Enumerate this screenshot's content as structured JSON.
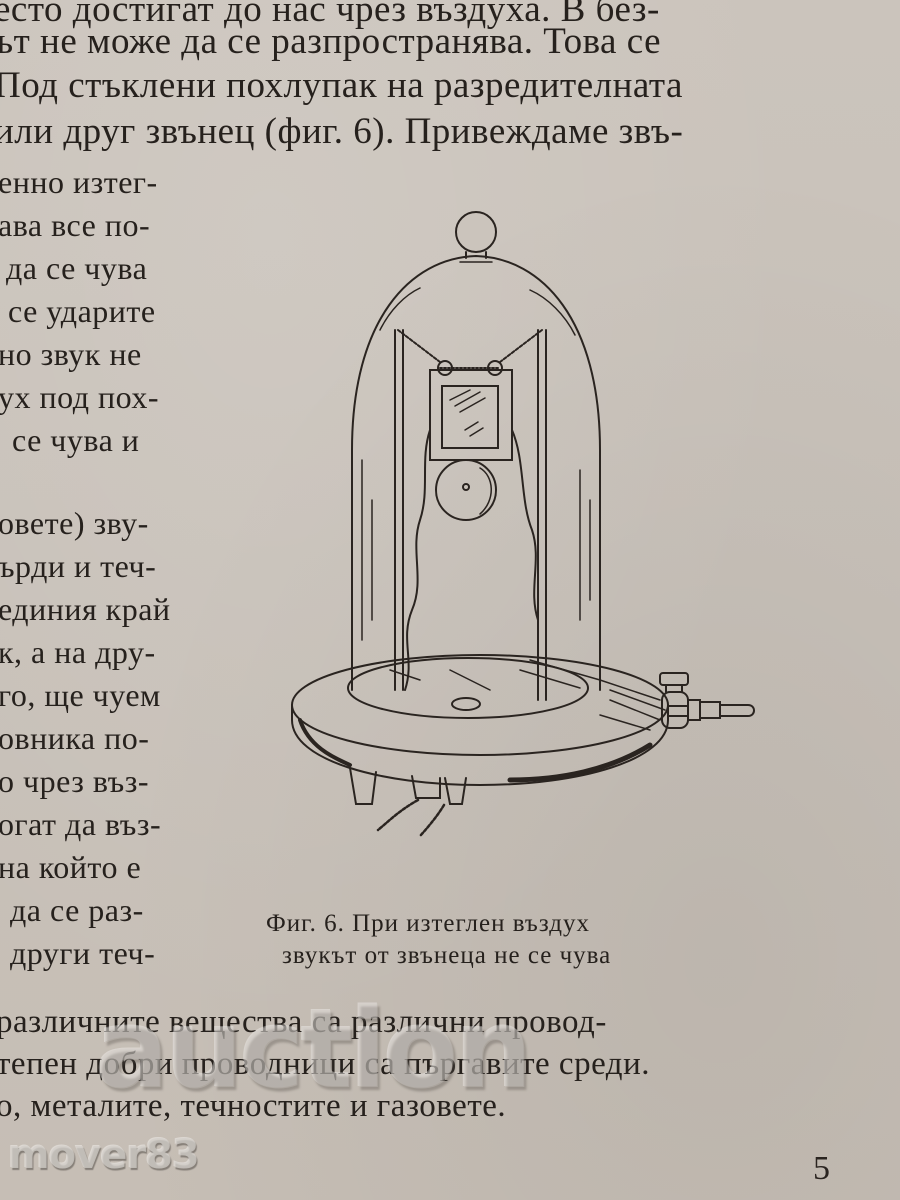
{
  "document": {
    "language": "bg",
    "page_number": "5",
    "top_paragraph": [
      "ecто достигат до нас чрез въздуха. В без-",
      "ът не може да се разпространява. Това се",
      "Под стъклени похлупак на разредителната",
      "или друг звънец (фиг. 6). Привеждаме звъ-"
    ],
    "side_column": [
      "енно изтег-",
      "ава все по-",
      "да се чува",
      "се ударите",
      "но звук не",
      "ух под пох-",
      "се чува и",
      "",
      "овете) зву-",
      "ърди и теч-",
      "единия край",
      "к, а на дру-",
      "го, ще чуем",
      "овника по-",
      "о чрез въз-",
      "огат да въз-",
      "на който е",
      "да се раз-",
      "други теч-"
    ],
    "figure": {
      "label": "Фиг. 6.",
      "caption_line1": "Фиг. 6. При изтеглен въздух",
      "caption_line2": "звукът от звънеца не се чува",
      "description": "bell-jar-vacuum-pump-illustration"
    },
    "bottom_paragraph": [
      "различните вещества са различни провод-",
      "тепен добри проводници са пъргавите среди.",
      "о, металите, течностите и газовете."
    ]
  },
  "watermarks": {
    "brand": "auction",
    "user": "mover83"
  },
  "colors": {
    "paper": "#c9c2ba",
    "ink": "#26211d"
  }
}
